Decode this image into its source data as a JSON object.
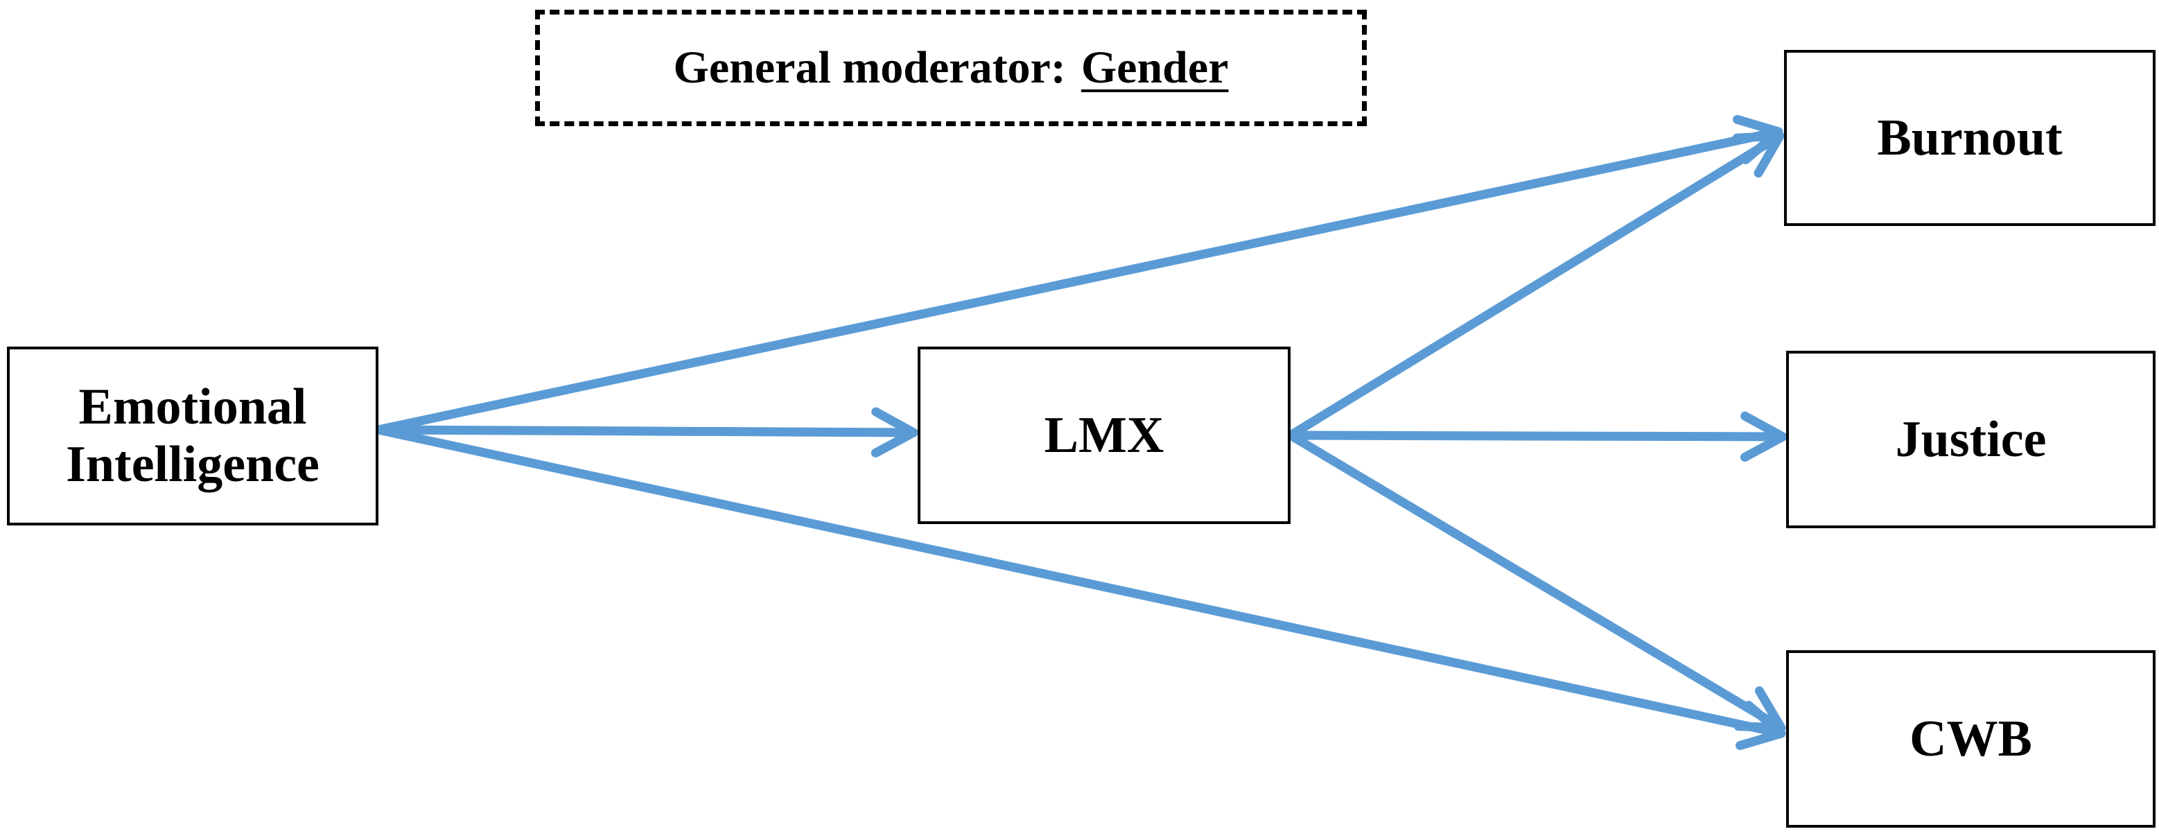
{
  "moderator": {
    "label": "General moderator:",
    "value": "Gender"
  },
  "nodes": {
    "emotional_intelligence": {
      "line1": "Emotional",
      "line2": "Intelligence"
    },
    "lmx": {
      "label": "LMX"
    },
    "burnout": {
      "label": "Burnout"
    },
    "justice": {
      "label": "Justice"
    },
    "cwb": {
      "label": "CWB"
    }
  },
  "edges": [
    {
      "from": "Emotional Intelligence",
      "to": "LMX"
    },
    {
      "from": "Emotional Intelligence",
      "to": "Burnout"
    },
    {
      "from": "Emotional Intelligence",
      "to": "CWB"
    },
    {
      "from": "LMX",
      "to": "Burnout"
    },
    {
      "from": "LMX",
      "to": "Justice"
    },
    {
      "from": "LMX",
      "to": "CWB"
    }
  ],
  "colors": {
    "arrow": "#5b9bd5",
    "box_border": "#000000",
    "text": "#000000"
  }
}
